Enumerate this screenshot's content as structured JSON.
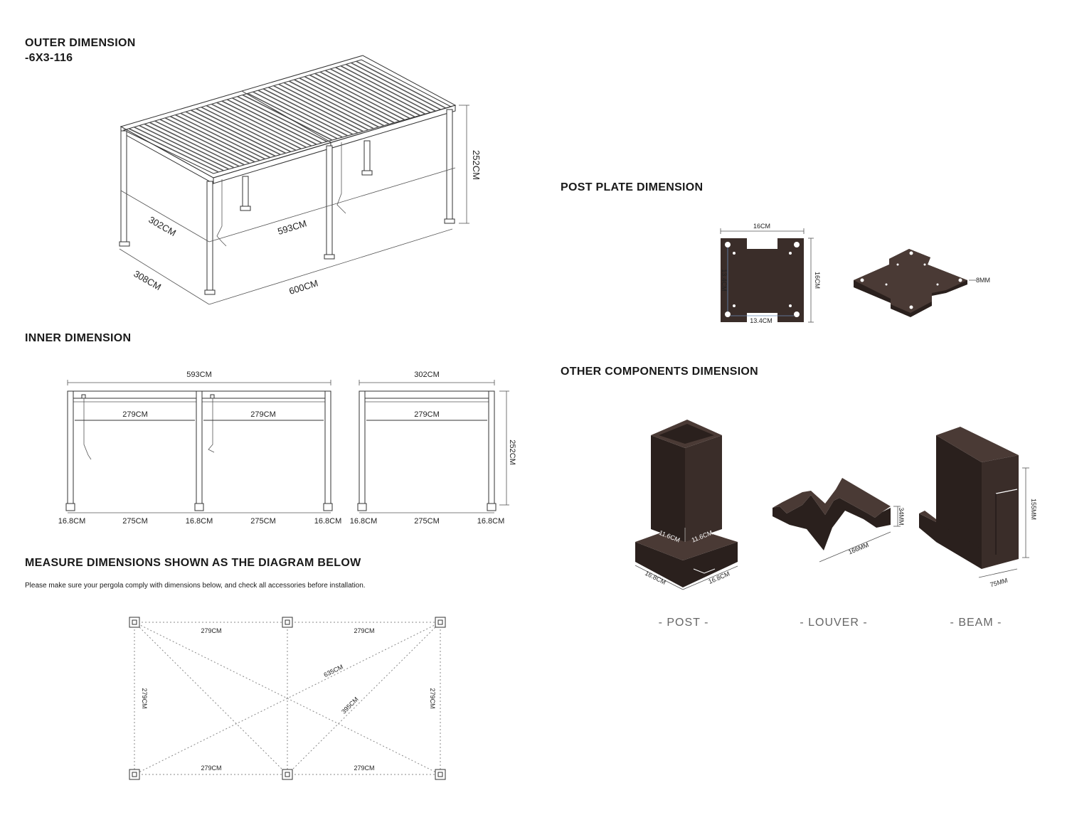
{
  "outer": {
    "heading": "OUTER DIMENSION",
    "model": "-6X3-116",
    "height": "252CM",
    "depth_top": "302CM",
    "length_top": "593CM",
    "depth_bottom": "308CM",
    "length_bottom": "600CM"
  },
  "inner": {
    "heading": "INNER DIMENSION",
    "front": {
      "total": "593CM",
      "spans": [
        "279CM",
        "279CM"
      ],
      "posts": [
        "16.8CM",
        "16.8CM",
        "16.8CM"
      ],
      "gaps": [
        "275CM",
        "275CM"
      ]
    },
    "side": {
      "total": "302CM",
      "span": "279CM",
      "height": "252CM",
      "posts": [
        "16.8CM",
        "16.8CM"
      ],
      "gap": "275CM"
    }
  },
  "measure": {
    "heading": "MEASURE DIMENSIONS SHOWN AS THE DIAGRAM BELOW",
    "note": "Please make sure your pergola comply with dimensions below, and check all accessories before installation.",
    "top": [
      "279CM",
      "279CM"
    ],
    "bottom": [
      "279CM",
      "279CM"
    ],
    "left": "279CM",
    "right": "279CM",
    "diag_long": "635CM",
    "diag_short": "395CM"
  },
  "post_plate": {
    "heading": "POST PLATE DIMENSION",
    "width": "16CM",
    "height": "16CM",
    "hole_v": "13.4CM",
    "hole_h": "13.4CM",
    "thickness": "8MM"
  },
  "components": {
    "heading": "OTHER COMPONENTS DIMENSION",
    "post": {
      "label": "- POST -",
      "a": "11.6CM",
      "b": "11.6CM",
      "c": "16.8CM",
      "d": "16.8CM"
    },
    "louver": {
      "label": "- LOUVER -",
      "h": "34MM",
      "w": "166MM"
    },
    "beam": {
      "label": "- BEAM -",
      "h": "155MM",
      "w": "75MM"
    }
  },
  "colors": {
    "component": "#3a2d29",
    "line": "#333333",
    "dotted": "#888888"
  }
}
